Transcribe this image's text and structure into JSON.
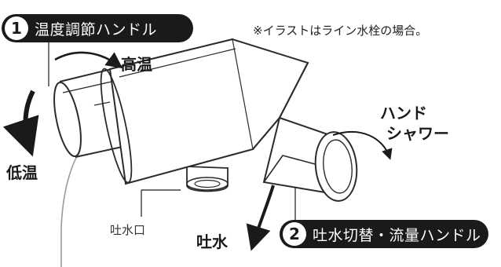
{
  "labels": {
    "handle1_number": "1",
    "handle1_name": "温度調節ハンドル",
    "handle2_number": "2",
    "handle2_name": "吐水切替・流量ハンドル",
    "note": "※イラストはライン水栓の場合。",
    "high_temp": "高温",
    "low_temp": "低温",
    "hand_shower_line1": "ハンド",
    "hand_shower_line2": "シャワー",
    "spout": "吐水口",
    "water_out": "吐水"
  },
  "colors": {
    "ink": "#1a1a1a",
    "outline": "#2b2b2b",
    "hose": "#9a9a9a",
    "background": "#ffffff"
  }
}
